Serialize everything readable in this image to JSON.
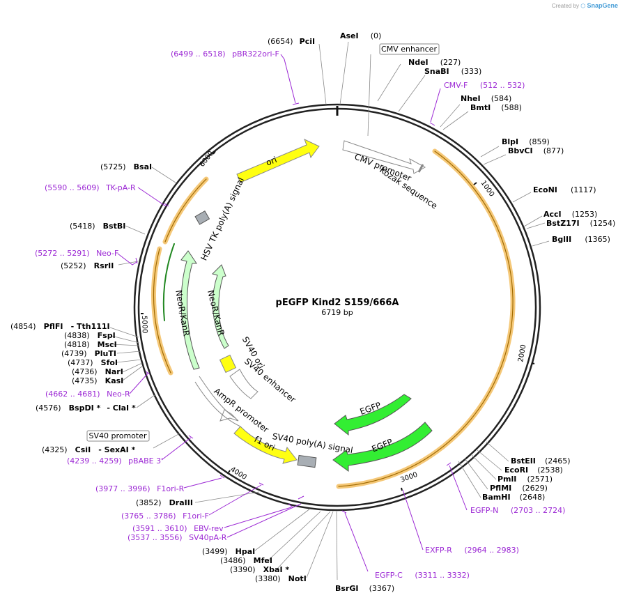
{
  "credit": {
    "prefix": "Created by",
    "brand": "SnapGene"
  },
  "plasmid": {
    "name": "pEGFP Kind2 S159/666A",
    "size_label": "6719 bp",
    "length": 6719
  },
  "ticks": [
    "1000",
    "2000",
    "3000",
    "4000",
    "5000",
    "6000"
  ],
  "sites": [
    {
      "pos_text": "(6654)",
      "name": "PciI"
    },
    {
      "pos_text": "(0)",
      "name": "AseI"
    },
    {
      "pos_text": "(227)",
      "name": "NdeI"
    },
    {
      "pos_text": "(333)",
      "name": "SnaBI"
    },
    {
      "pos_text": "(584)",
      "name": "NheI"
    },
    {
      "pos_text": "(588)",
      "name": "BmtI"
    },
    {
      "pos_text": "(859)",
      "name": "BlpI"
    },
    {
      "pos_text": "(877)",
      "name": "BbvCI"
    },
    {
      "pos_text": "(1117)",
      "name": "EcoNI"
    },
    {
      "pos_text": "(1253)",
      "name": "AccI"
    },
    {
      "pos_text": "(1254)",
      "name": "BstZ17I"
    },
    {
      "pos_text": "(1365)",
      "name": "BglII"
    },
    {
      "pos_text": "(2465)",
      "name": "BstEII"
    },
    {
      "pos_text": "(2538)",
      "name": "EcoRI"
    },
    {
      "pos_text": "(2571)",
      "name": "PmlI"
    },
    {
      "pos_text": "(2629)",
      "name": "PflMI"
    },
    {
      "pos_text": "(2648)",
      "name": "BamHI"
    },
    {
      "pos_text": "(3367)",
      "name": "BsrGI"
    },
    {
      "pos_text": "(3380)",
      "name": "NotI"
    },
    {
      "pos_text": "(3390)",
      "name": "XbaI *"
    },
    {
      "pos_text": "(3486)",
      "name": "MfeI"
    },
    {
      "pos_text": "(3499)",
      "name": "HpaI"
    },
    {
      "pos_text": "(3852)",
      "name": "DraIII"
    },
    {
      "pos_text": "(4325)",
      "name": "CsiI",
      "extra": "- SexAI *"
    },
    {
      "pos_text": "(4576)",
      "name": "BspDI *",
      "extra": "- ClaI *"
    },
    {
      "pos_text": "(4735)",
      "name": "KasI"
    },
    {
      "pos_text": "(4736)",
      "name": "NarI"
    },
    {
      "pos_text": "(4737)",
      "name": "SfoI"
    },
    {
      "pos_text": "(4739)",
      "name": "PluTI"
    },
    {
      "pos_text": "(4818)",
      "name": "MscI"
    },
    {
      "pos_text": "(4838)",
      "name": "FspI"
    },
    {
      "pos_text": "(4854)",
      "name": "PflFI",
      "extra": "- Tth111I"
    },
    {
      "pos_text": "(5252)",
      "name": "RsrII"
    },
    {
      "pos_text": "(5418)",
      "name": "BstBI"
    },
    {
      "pos_text": "(5725)",
      "name": "BsaI"
    }
  ],
  "primers": [
    {
      "name": "pBR322ori-F",
      "range": "(6499 .. 6518)"
    },
    {
      "name": "CMV-F",
      "range": "(512 .. 532)"
    },
    {
      "name": "EGFP-N",
      "range": "(2703 .. 2724)"
    },
    {
      "name": "EXFP-R",
      "range": "(2964 .. 2983)"
    },
    {
      "name": "EGFP-C",
      "range": "(3311 .. 3332)"
    },
    {
      "name": "SV40pA-R",
      "range": "(3537 .. 3556)"
    },
    {
      "name": "EBV-rev",
      "range": "(3591 .. 3610)"
    },
    {
      "name": "F1ori-F",
      "range": "(3765 .. 3786)"
    },
    {
      "name": "F1ori-R",
      "range": "(3977 .. 3996)"
    },
    {
      "name": "pBABE 3'",
      "range": "(4239 .. 4259)"
    },
    {
      "name": "Neo-R",
      "range": "(4662 .. 4681)"
    },
    {
      "name": "Neo-F",
      "range": "(5272 .. 5291)"
    },
    {
      "name": "TK-pA-R",
      "range": "(5590 .. 5609)"
    }
  ],
  "boxed_features": [
    "CMV enhancer",
    "SV40 promoter"
  ],
  "features": [
    {
      "name": "CMV promoter",
      "color": "#ffffff"
    },
    {
      "name": "Kozak sequence",
      "color": "#a0a0a0"
    },
    {
      "name": "EGFP",
      "color": "#33ee33"
    },
    {
      "name": "EGFP",
      "color": "#33ee33"
    },
    {
      "name": "SV40 poly(A) signal",
      "color": "#a8aeb4"
    },
    {
      "name": "f1 ori",
      "color": "#ffff11"
    },
    {
      "name": "AmpR promoter",
      "color": "#ffffff"
    },
    {
      "name": "SV40 enhancer",
      "color": "#ffffff"
    },
    {
      "name": "SV40 ori",
      "color": "#ffff11"
    },
    {
      "name": "NeoR/KanR",
      "color": "#ccffcc"
    },
    {
      "name": "NeoR/KanR",
      "color": "#ccffcc"
    },
    {
      "name": "HSV TK poly(A) signal",
      "color": "#a8aeb4"
    },
    {
      "name": "ori",
      "color": "#ffff11"
    }
  ],
  "colors": {
    "primer": "#9b27d4",
    "orf": "#f5c878",
    "backbone": "#222222"
  }
}
